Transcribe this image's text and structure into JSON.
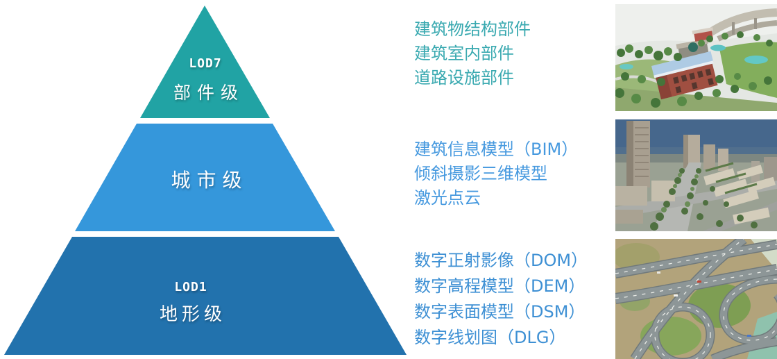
{
  "diagram": {
    "title_hint": "LOD pyramid of 3D city model levels",
    "pyramid": {
      "levels": [
        {
          "code": "LOD7",
          "label": "部件级",
          "color": "#21A3A4"
        },
        {
          "code": "",
          "label": "城市级",
          "color": "#3597DB"
        },
        {
          "code": "LOD1",
          "label": "地形级",
          "color": "#2272AD"
        }
      ]
    },
    "annotations": [
      {
        "color": "#39A9B0",
        "lines": [
          "建筑物结构部件",
          "建筑室内部件",
          "道路设施部件"
        ]
      },
      {
        "color": "#4699DF",
        "lines": [
          "建筑信息模型（BIM）",
          "倾斜摄影三维模型",
          "激光点云"
        ]
      },
      {
        "color": "#3E90D4",
        "lines": [
          "数字正射影像（DOM）",
          "数字高程模型（DEM）",
          "数字表面模型（DSM）",
          "数字线划图（DLG）"
        ]
      }
    ],
    "photos": [
      {
        "name": "component-level-3d-building-model"
      },
      {
        "name": "city-level-oblique-photography-model"
      },
      {
        "name": "terrain-level-aerial-interchange-imagery"
      }
    ]
  }
}
